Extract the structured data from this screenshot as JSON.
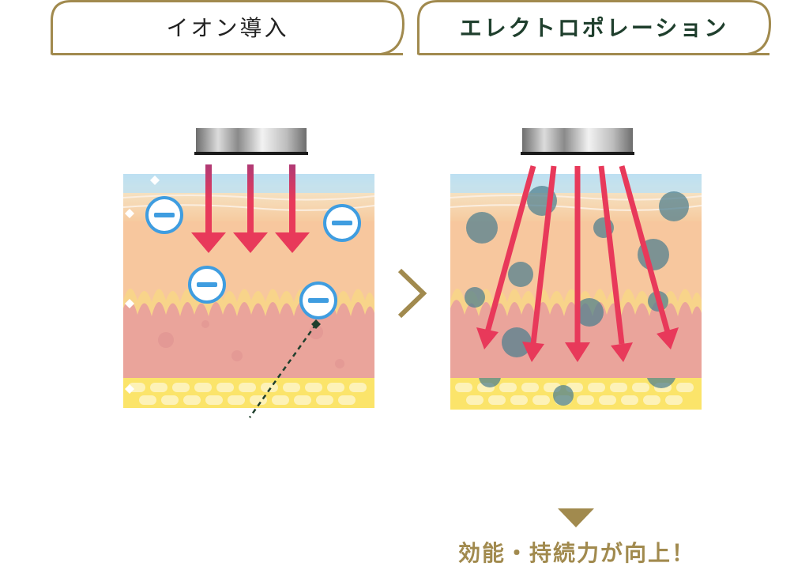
{
  "tabs": {
    "left_label": "イオン導入",
    "right_label": "エレクトロポレーション"
  },
  "result": {
    "text": "効能・持続力が向上！"
  },
  "colors": {
    "gold": "#a18a4e",
    "dark_green": "#1f3f2d",
    "arrow_red": "#e8395a",
    "ion_blue": "#3f9de0",
    "molecule": "#4c7e8f"
  },
  "icons": {
    "ion": "minus-circle-icon",
    "next": "chevron-right-icon",
    "result": "triangle-down-icon"
  }
}
